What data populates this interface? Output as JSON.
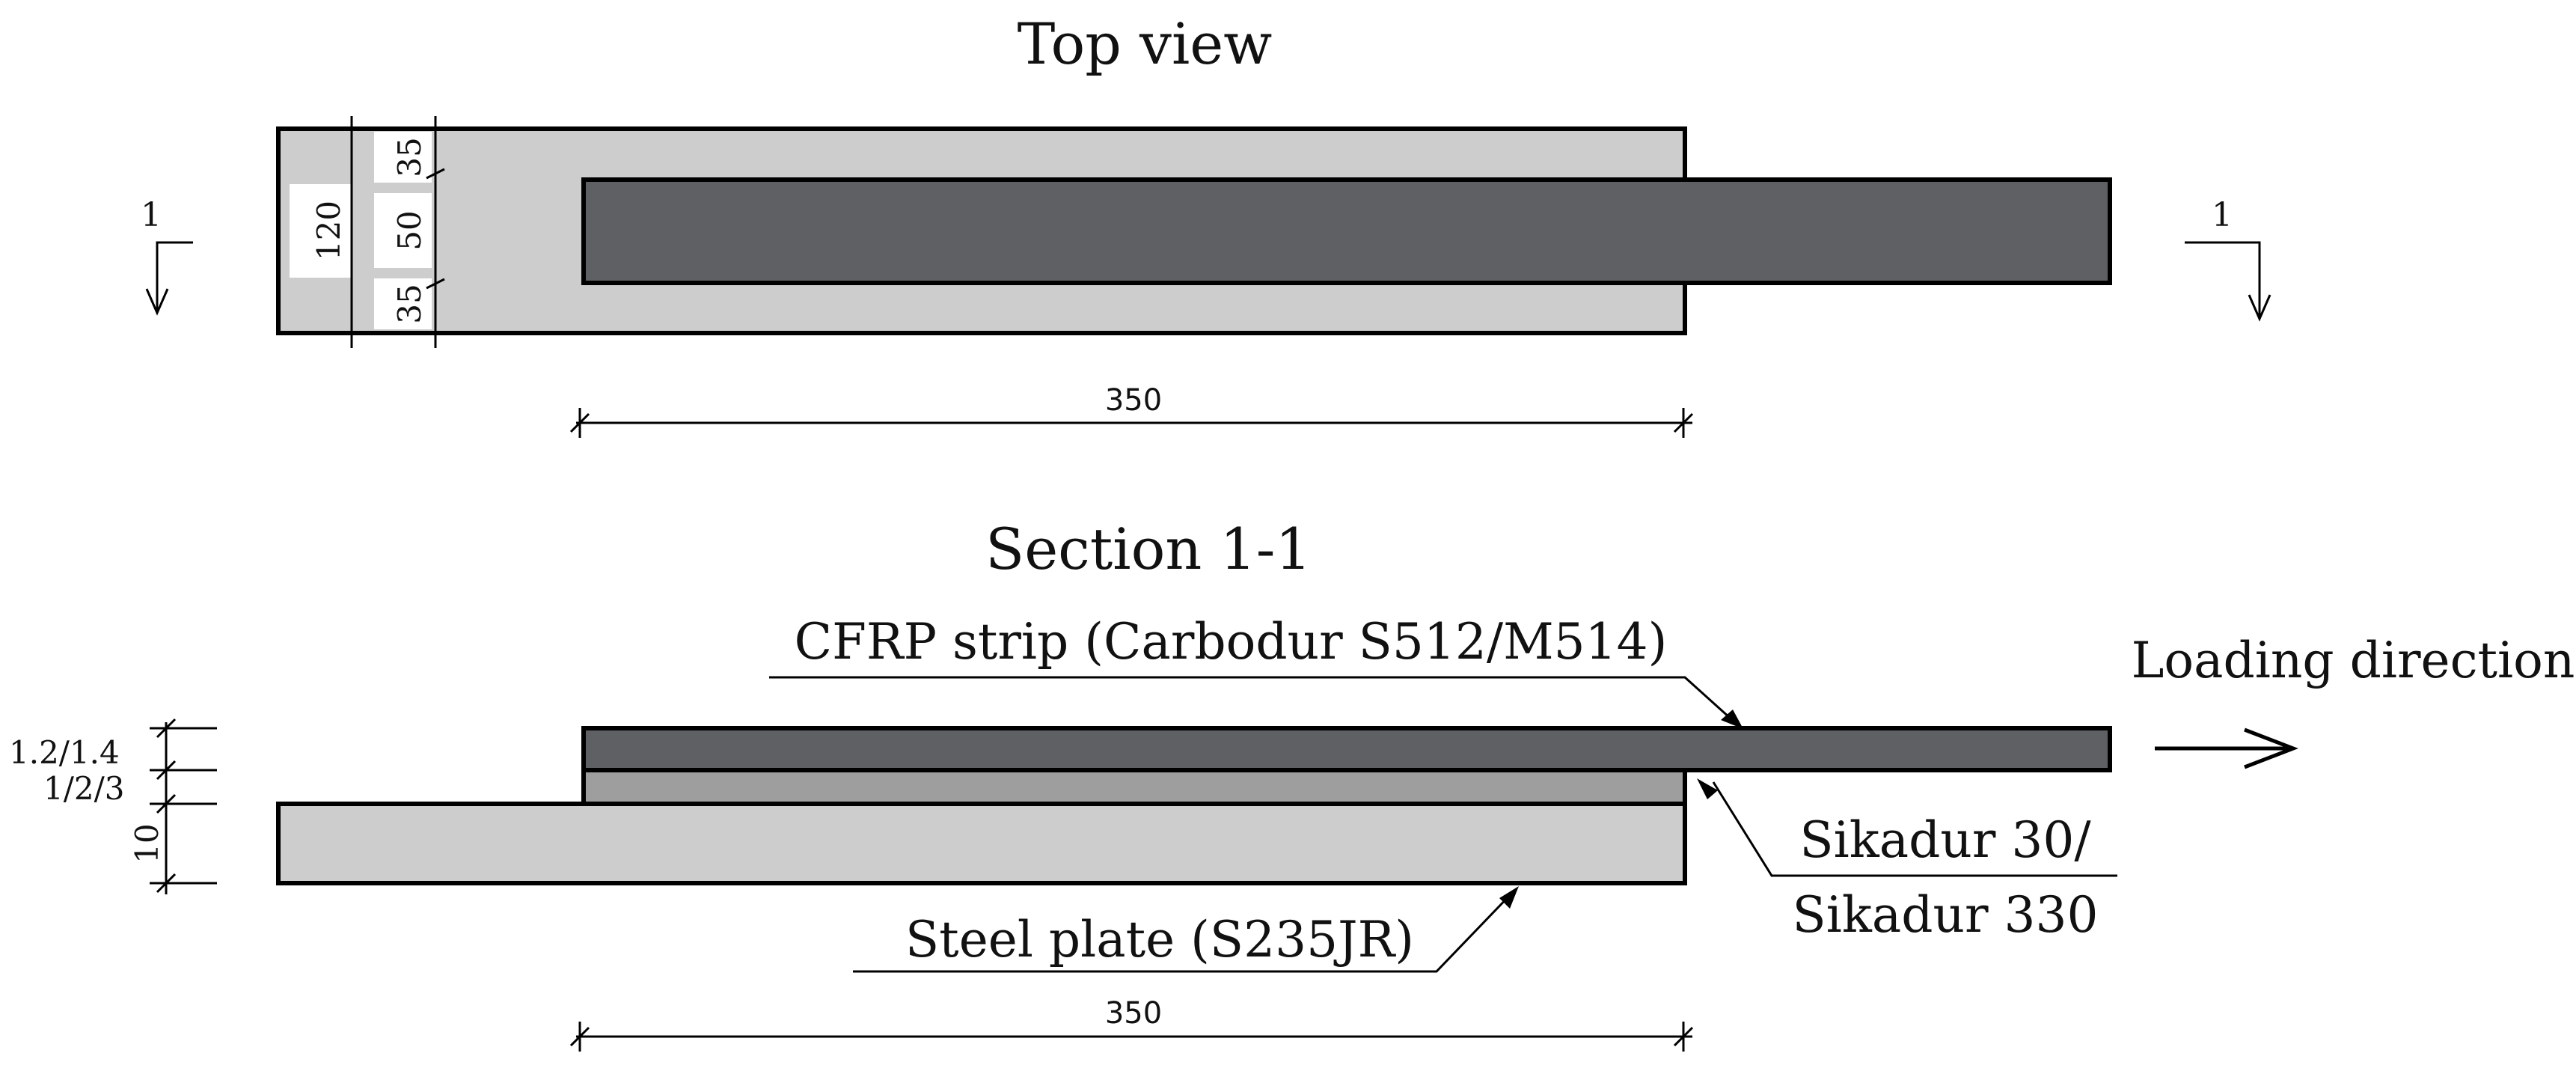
{
  "top_view": {
    "title": "Top view",
    "section_mark": "1",
    "dim_total_width": "120",
    "dim_edge_top": "35",
    "dim_strip_width": "50",
    "dim_edge_bottom": "35",
    "dim_bond_length": "350"
  },
  "section_view": {
    "title": "Section 1-1",
    "cfrp_label": "CFRP strip (Carbodur S512/M514)",
    "loading_label": "Loading direction",
    "adhesive_label_line1": "Sikadur 30/",
    "adhesive_label_line2": "Sikadur 330",
    "steel_label": "Steel plate (S235JR)",
    "dim_cfrp_thickness": "1.2/1.4",
    "dim_adhesive_thickness": "1/2/3",
    "dim_steel_thickness": "10",
    "dim_bond_length": "350"
  },
  "colors": {
    "steel_plate": "#cdcdcd",
    "cfrp_strip": "#5f6063",
    "adhesive": "#9e9e9e",
    "outline": "#000000"
  }
}
